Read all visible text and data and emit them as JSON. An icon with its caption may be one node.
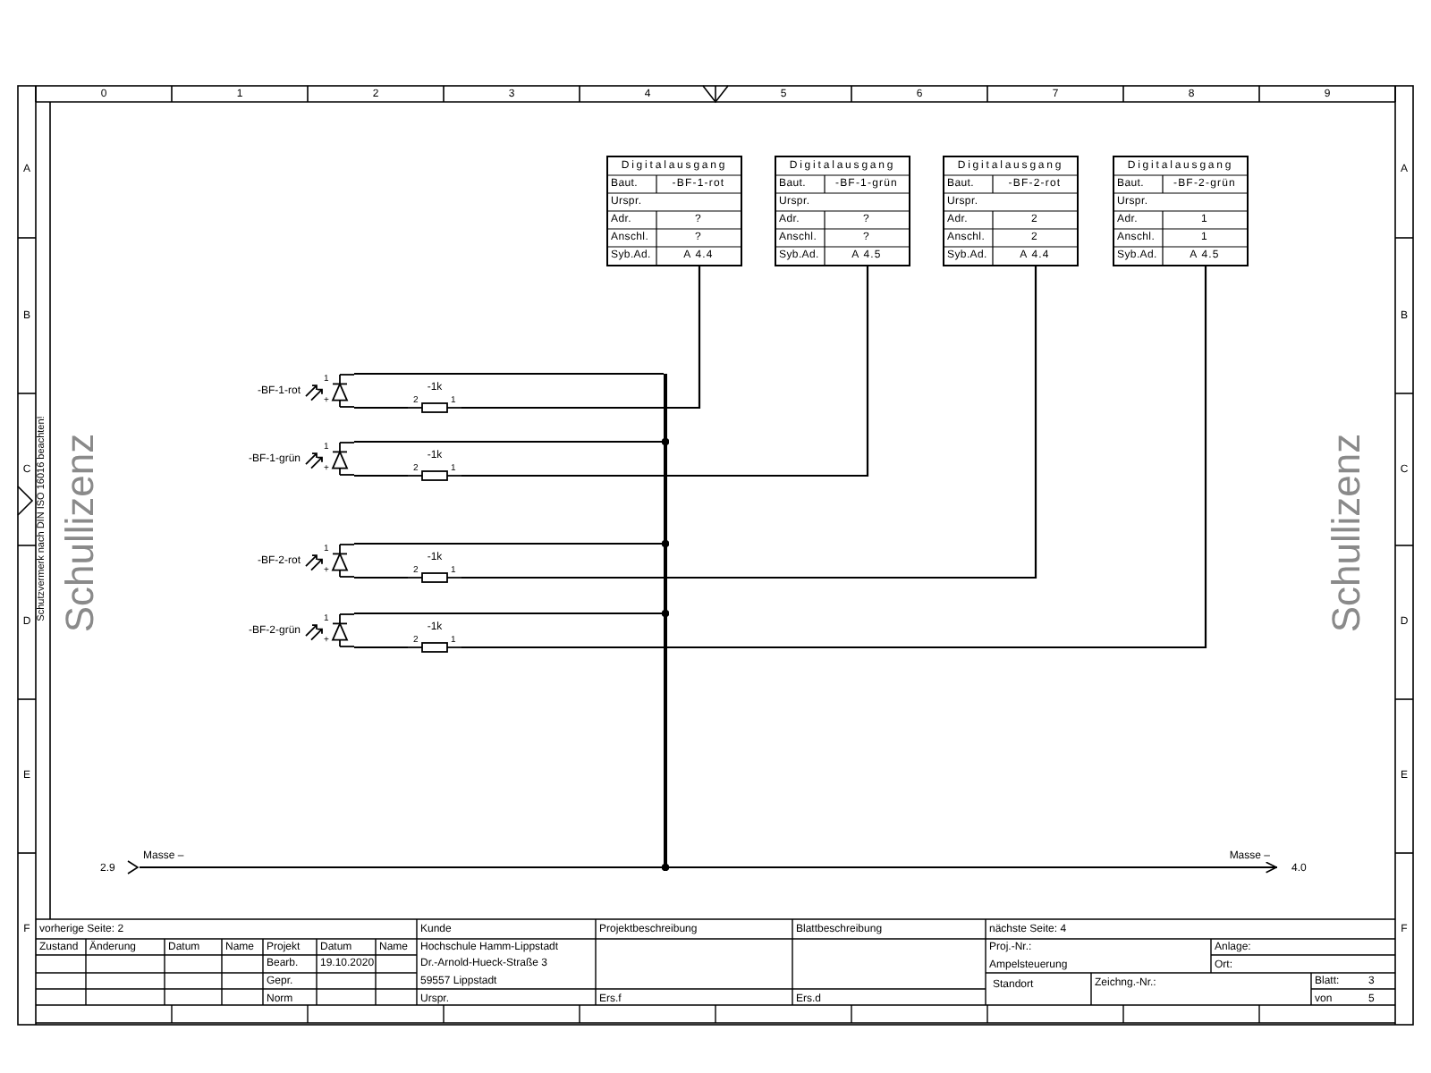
{
  "diagram": {
    "nodes": [
      {
        "text": [
          "Digitalausgang",
          "Baut.",
          "-BF-1-rot",
          "Urspr.",
          "Adr.",
          "?",
          "Anschl.",
          "?",
          "Syb.Ad.",
          "A 4.4"
        ]
      },
      {
        "text": [
          "Digitalausgang",
          "Baut.",
          "-BF-1-grün",
          "Urspr.",
          "Adr.",
          "?",
          "Anschl.",
          "?",
          "Syb.Ad.",
          "A 4.5"
        ]
      },
      {
        "text": [
          "Digitalausgang",
          "Baut.",
          "-BF-2-rot",
          "Urspr.",
          "Adr.",
          "2",
          "Anschl.",
          "2",
          "Syb.Ad.",
          "A 4.4"
        ]
      },
      {
        "text": [
          "Digitalausgang",
          "Baut.",
          "-BF-2-grün",
          "Urspr.",
          "Adr.",
          "1",
          "Anschl.",
          "1",
          "Syb.Ad.",
          "A 4.5"
        ]
      },
      {
        "text": [
          "1",
          "+"
        ],
        "beside": [
          "-BF-1-rot"
        ]
      },
      {
        "text": [
          "-1k",
          "2",
          "1"
        ]
      },
      {
        "text": [
          "1",
          "+"
        ],
        "beside": [
          "-BF-1-grün"
        ]
      },
      {
        "text": [
          "-1k",
          "2",
          "1"
        ]
      },
      {
        "text": [
          "1",
          "+"
        ],
        "beside": [
          "-BF-2-rot"
        ]
      },
      {
        "text": [
          "-1k",
          "2",
          "1"
        ]
      },
      {
        "text": [
          "1",
          "+"
        ],
        "beside": [
          "-BF-2-grün"
        ]
      },
      {
        "text": [
          "-1k",
          "2",
          "1"
        ]
      },
      {
        "text": [],
        "shape": "bar"
      },
      {
        "text": [
          "2.9"
        ]
      },
      {
        "text": [
          "4.0"
        ]
      }
    ],
    "edges": [
      {
        "from": 4,
        "to": 12,
        "arrow": "none"
      },
      {
        "from": 4,
        "to": 5,
        "arrow": "none"
      },
      {
        "from": 0,
        "to": 5,
        "arrow": "none"
      },
      {
        "from": 6,
        "to": 12,
        "arrow": "other"
      },
      {
        "from": 6,
        "to": 7,
        "arrow": "none"
      },
      {
        "from": 1,
        "to": 7,
        "arrow": "none"
      },
      {
        "from": 8,
        "to": 12,
        "arrow": "other"
      },
      {
        "from": 8,
        "to": 9,
        "arrow": "none"
      },
      {
        "from": 2,
        "to": 9,
        "arrow": "none"
      },
      {
        "from": 10,
        "to": 12,
        "arrow": "other"
      },
      {
        "from": 10,
        "to": 11,
        "arrow": "none"
      },
      {
        "from": 3,
        "to": 11,
        "arrow": "none"
      },
      {
        "from": 13,
        "to": 12,
        "arrow": "other",
        "label": "Masse –"
      },
      {
        "from": 12,
        "to": 14,
        "arrow": "to",
        "label": "Masse –"
      }
    ],
    "labels": [
      "0",
      "1",
      "2",
      "3",
      "4",
      "5",
      "6",
      "7",
      "8",
      "9",
      "A",
      "A",
      "B",
      "B",
      "C",
      "C",
      "D",
      "D",
      "E",
      "E",
      "F",
      "F",
      "Schutzvermerk nach DIN ISO 16016 beachten!",
      "Schullizenz",
      "Schullizenz",
      "vorherige Seite: 2",
      "Kunde",
      "Projektbeschreibung",
      "Blattbeschreibung",
      "nächste Seite: 4",
      "Zustand",
      "Änderung",
      "Datum",
      "Name",
      "Projekt",
      "Datum",
      "Name",
      "Hochschule Hamm-Lippstadt",
      "Proj.-Nr.:",
      "Anlage:",
      "Bearb.",
      "19.10.2020",
      "Dr.-Arnold-Hueck-Straße 3",
      "Ampelsteuerung",
      "Ort:",
      "Gepr.",
      "59557 Lippstadt",
      "Standort",
      "Zeichng.-Nr.:",
      "Blatt:",
      "3",
      "Norm",
      "Urspr.",
      "Ers.f",
      "Ers.d",
      "von",
      "5"
    ]
  }
}
